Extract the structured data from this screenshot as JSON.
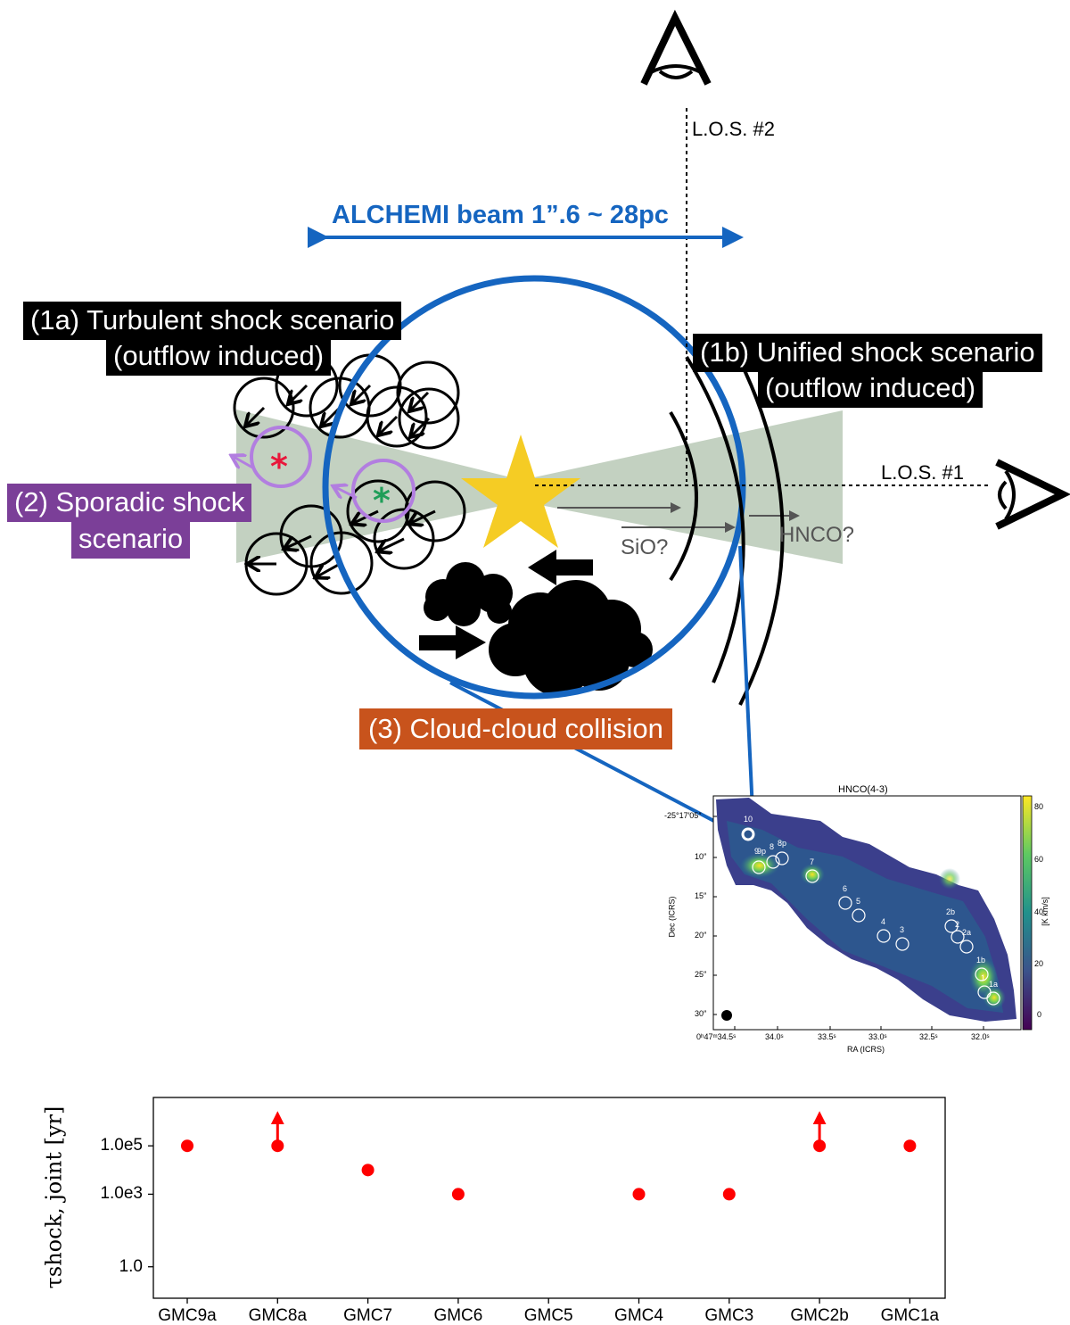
{
  "beam_label": "ALCHEMI beam 1”.6 ~ 28pc",
  "los1": "L.O.S. #1",
  "los2": "L.O.S. #2",
  "sio": "SiO?",
  "hnco": "HNCO?",
  "scenario_1a": [
    "(1a) Turbulent shock scenario",
    "(outflow induced)"
  ],
  "scenario_1b": [
    "(1b) Unified shock scenario",
    "(outflow induced)"
  ],
  "scenario_2": [
    "(2) Sporadic shock",
    "scenario"
  ],
  "scenario_3": "(3) Cloud-cloud collision",
  "colors": {
    "beam": "#1565c0",
    "star": "#f5cc24",
    "cone": "#b8c9b6",
    "purple": "#b27ee0",
    "red_star": "#e8173b",
    "green_star": "#1f9e58",
    "scenario2": "#7b3f98",
    "scenario3": "#c8531c",
    "points": "#ff0000"
  },
  "hnco_map": {
    "title": "HNCO(4-3)",
    "ylabel": "Dec (ICRS)",
    "xlabel": "RA (ICRS)",
    "cbar_label": "[K km/s]",
    "cbar_ticks": [
      "80",
      "60",
      "40",
      "20",
      "0"
    ],
    "dec_ticks": [
      "-25°17′05″",
      "10″",
      "15″",
      "20″",
      "25″",
      "30″"
    ],
    "ra_ticks": [
      "0ʰ47ᵐ34.5ˢ",
      "34.0ˢ",
      "33.5ˢ",
      "33.0ˢ",
      "32.5ˢ",
      "32.0ˢ"
    ],
    "region_labels": [
      "10",
      "9p",
      "9",
      "8",
      "8p",
      "7",
      "6",
      "5",
      "4",
      "3",
      "2b",
      "2",
      "2a",
      "1b",
      "1",
      "1a"
    ]
  },
  "chart_data": {
    "type": "scatter",
    "title": "",
    "xlabel": "",
    "ylabel": "τshock, joint [yr]",
    "yscale": "log",
    "categories": [
      "GMC9a",
      "GMC8a",
      "GMC7",
      "GMC6",
      "GMC5",
      "GMC4",
      "GMC3",
      "GMC2b",
      "GMC1a"
    ],
    "values": [
      100000,
      100000,
      10000,
      1000,
      null,
      1000,
      1000,
      100000,
      100000
    ],
    "lower_limit": [
      false,
      true,
      false,
      false,
      false,
      false,
      false,
      true,
      false
    ],
    "ytick_values": [
      1,
      1000,
      100000
    ],
    "ytick_labels": [
      "1.0",
      "1.0e3",
      "1.0e5"
    ],
    "ylim": [
      0.05,
      10000000
    ]
  }
}
